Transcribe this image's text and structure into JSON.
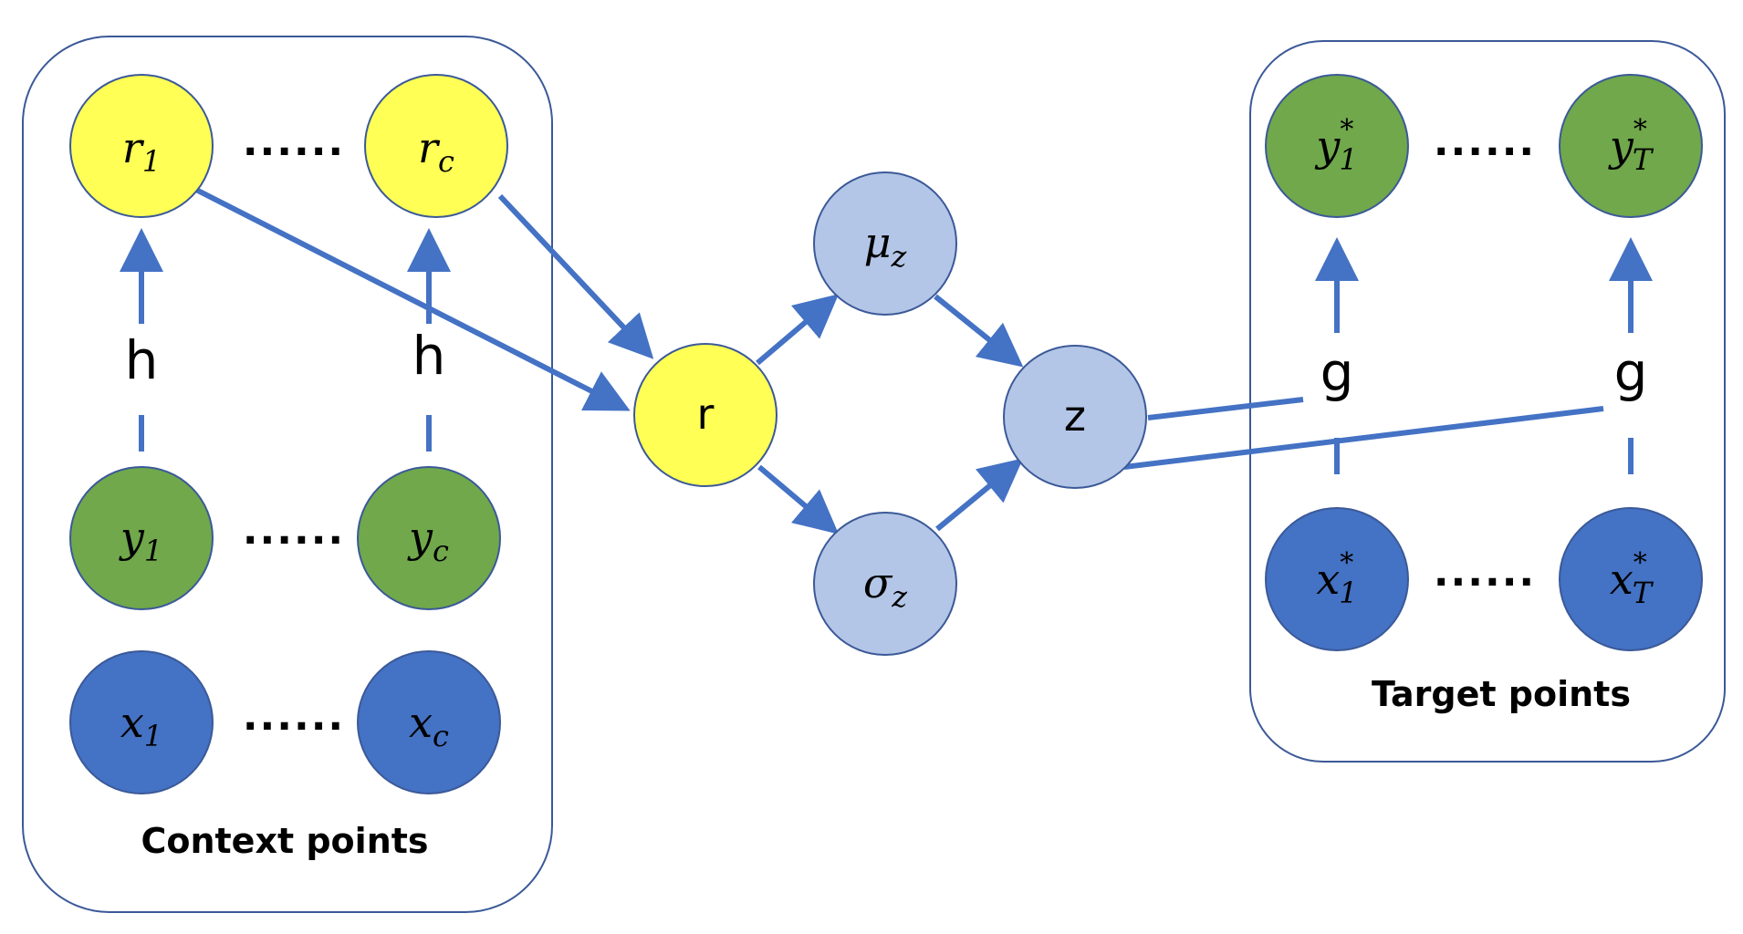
{
  "panels": {
    "context": {
      "caption": "Context points"
    },
    "target": {
      "caption": "Target points"
    }
  },
  "nodes": {
    "r1": {
      "base": "r",
      "sub": "1",
      "sup": ""
    },
    "rc": {
      "base": "r",
      "sub": "c",
      "sup": ""
    },
    "y1": {
      "base": "y",
      "sub": "1",
      "sup": ""
    },
    "yc": {
      "base": "y",
      "sub": "c",
      "sup": ""
    },
    "x1": {
      "base": "x",
      "sub": "1",
      "sup": ""
    },
    "xc": {
      "base": "x",
      "sub": "c",
      "sup": ""
    },
    "r": {
      "label": "r"
    },
    "mu": {
      "base": "μ",
      "sub": "z",
      "sup": ""
    },
    "sigma": {
      "base": "σ",
      "sub": "z",
      "sup": ""
    },
    "z": {
      "label": "z"
    },
    "ty1": {
      "base": "y",
      "sub": "1",
      "sup": "*"
    },
    "tyT": {
      "base": "y",
      "sub": "T",
      "sup": "*"
    },
    "tx1": {
      "base": "x",
      "sub": "1",
      "sup": "*"
    },
    "txT": {
      "base": "x",
      "sub": "T",
      "sup": "*"
    }
  },
  "functions": {
    "encoder": "h",
    "decoder": "g"
  },
  "ellipsis": "......",
  "colors": {
    "edge": "#4472c4",
    "yellow": "#ffff55",
    "green": "#70a84b",
    "blue": "#4472c4",
    "light_blue": "#b4c6e7",
    "outline": "#3b5998"
  }
}
